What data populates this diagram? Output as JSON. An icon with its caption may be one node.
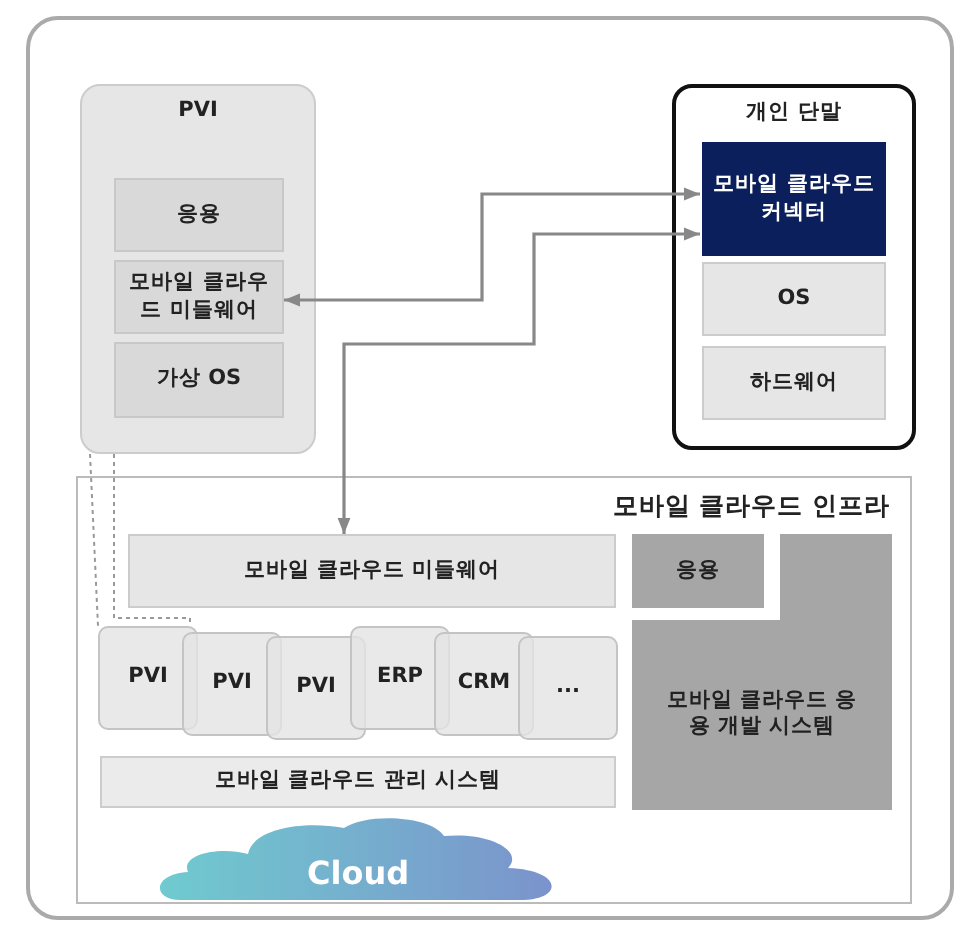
{
  "diagram": {
    "nodes": [
      {
        "text": [
          "PVI"
        ]
      },
      {
        "text": [
          "응용"
        ],
        "in": 0
      },
      {
        "text": [
          "모바일 클라우드 미들웨어"
        ],
        "in": 0
      },
      {
        "text": [
          "가상 OS"
        ],
        "in": 0
      },
      {
        "text": [
          "개인 단말"
        ]
      },
      {
        "text": [
          "모바일 클라우드 커넥터"
        ],
        "in": 4
      },
      {
        "text": [
          "OS"
        ],
        "in": 4
      },
      {
        "text": [
          "하드웨어"
        ],
        "in": 4
      },
      {
        "text": [
          "모바일 클라우드 인프라"
        ]
      },
      {
        "text": [
          "모바일 클라우드 미들웨어"
        ],
        "in": 8
      },
      {
        "text": [
          "응용"
        ],
        "in": 8
      },
      {
        "text": [
          "모바일 클라우드 응용 개발 시스템"
        ],
        "in": 8
      },
      {
        "text": [
          "PVI"
        ],
        "in": 8
      },
      {
        "text": [
          "PVI"
        ],
        "in": 8
      },
      {
        "text": [
          "PVI"
        ],
        "in": 8
      },
      {
        "text": [
          "ERP"
        ],
        "in": 8
      },
      {
        "text": [
          "CRM"
        ],
        "in": 8
      },
      {
        "text": [
          "..."
        ],
        "in": 8
      },
      {
        "text": [
          "모바일 클라우드 관리 시스템"
        ],
        "in": 8
      },
      {
        "text": [
          "Cloud"
        ],
        "in": 8
      }
    ],
    "edges": [
      {
        "from": 5,
        "to": 2,
        "arrow": "both"
      },
      {
        "from": 5,
        "to": 9,
        "arrow": "both"
      },
      {
        "from": 0,
        "to": 12,
        "arrow": "none",
        "style": "dashed"
      },
      {
        "from": 0,
        "to": 12,
        "arrow": "none",
        "style": "dashed"
      }
    ]
  }
}
